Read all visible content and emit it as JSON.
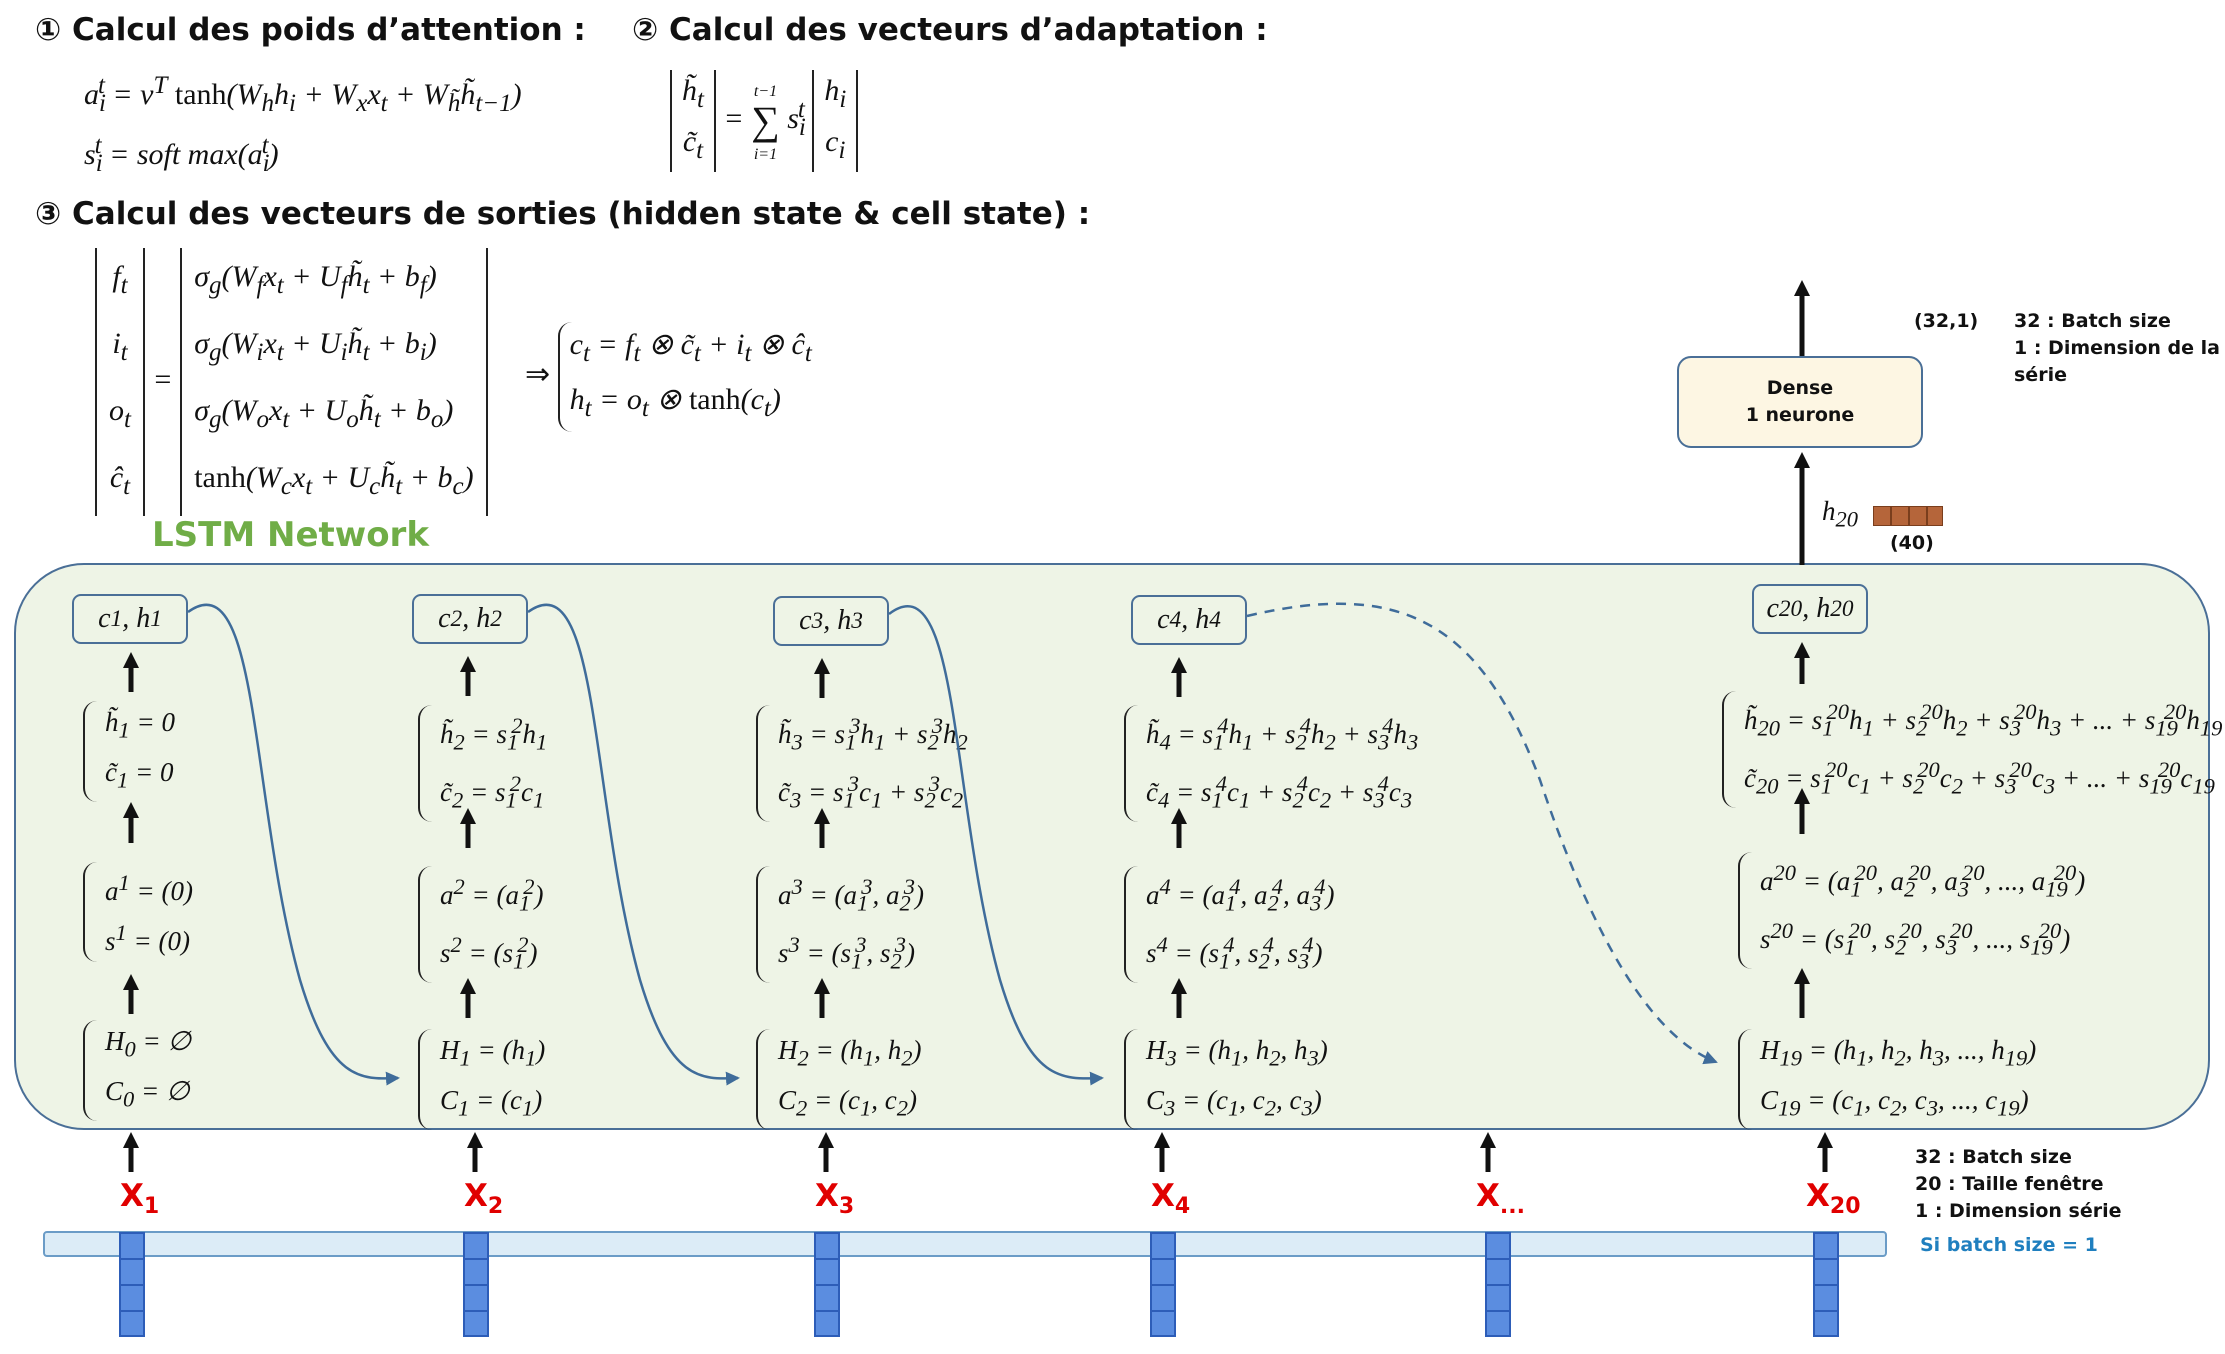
{
  "headings": {
    "step1": "① Calcul des poids d’attention :",
    "step2": "② Calcul des vecteurs d’adaptation :",
    "step3": "③ Calcul des vecteurs de sorties (hidden state & cell state) :"
  },
  "network_label": "LSTM Network",
  "dense": {
    "line1": "Dense",
    "line2": "1 neurone"
  },
  "output_shape": "(32,1)",
  "output_note": {
    "line1": "32 : Batch size",
    "line2": "1 : Dimension de la",
    "line3": "série"
  },
  "hidden_shape": "(40)",
  "input_note": {
    "line1": "32 : Batch size",
    "line2": "20 : Taille fenêtre",
    "line3": "1 : Dimension série",
    "line4": "Si batch size = 1"
  },
  "inputs": [
    {
      "base": "X",
      "sub": "1"
    },
    {
      "base": "X",
      "sub": "2"
    },
    {
      "base": "X",
      "sub": "3"
    },
    {
      "base": "X",
      "sub": "4"
    },
    {
      "base": "X",
      "sub": "..."
    },
    {
      "base": "X",
      "sub": "20"
    }
  ],
  "colors": {
    "panel_fill": "#eef4e6",
    "panel_border": "#4a6f97",
    "network_label": "#70ad47",
    "input_label": "#e00000",
    "note_blue": "#1f7fbf",
    "input_cells": "#5b8de0",
    "hidden_vector": "#b5653a"
  }
}
